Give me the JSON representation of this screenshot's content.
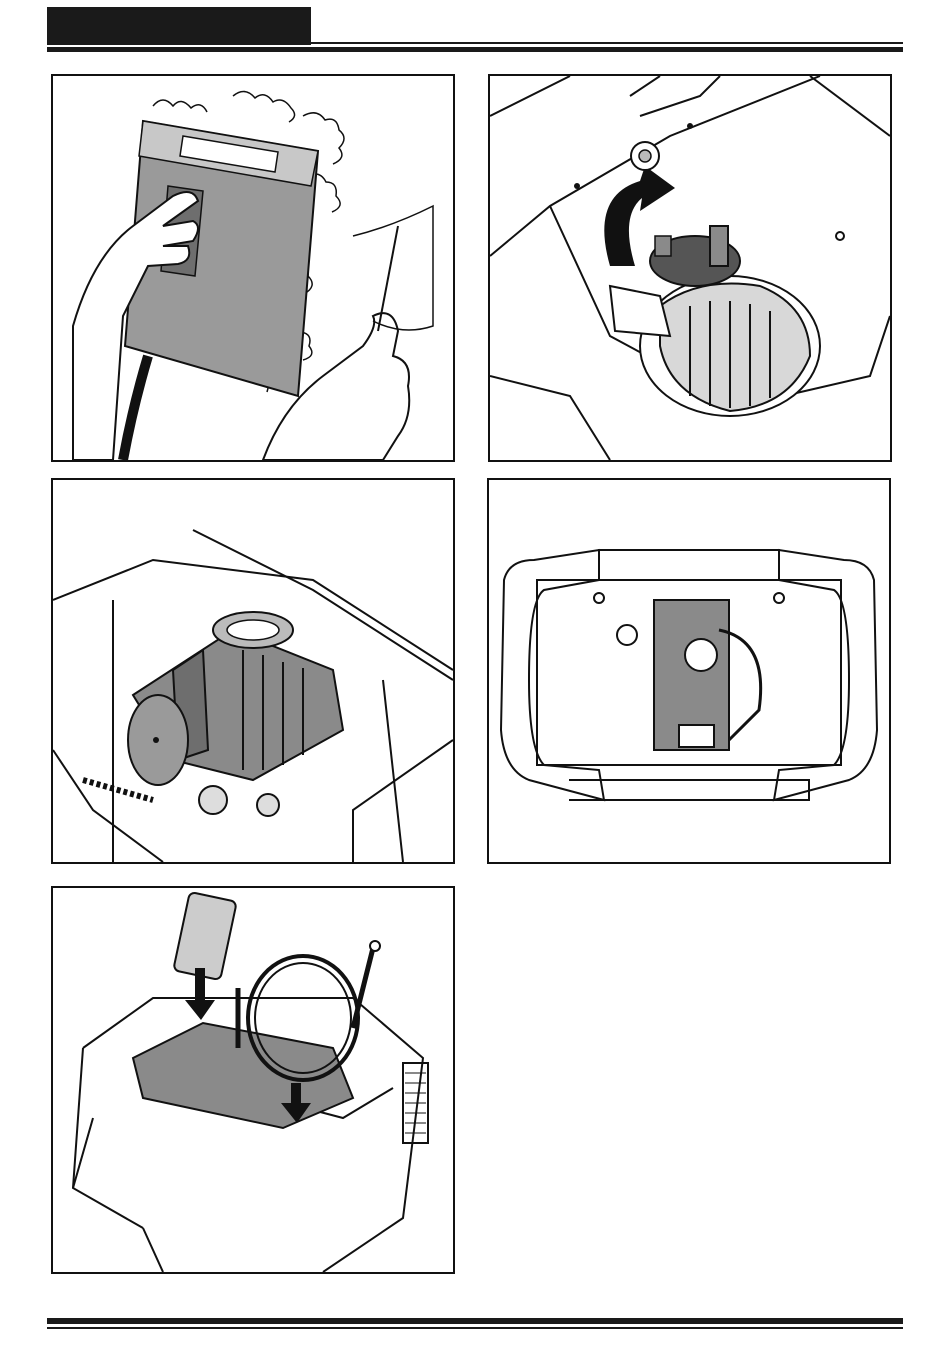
{
  "header": {
    "block_color": "#1a1a1a"
  },
  "figures": [
    {
      "id": "fig-1",
      "depicts": "hands-holding-cover-with-hose"
    },
    {
      "id": "fig-2",
      "depicts": "pump-rotate-arrow-top-view"
    },
    {
      "id": "fig-3",
      "depicts": "pump-motor-inside-housing"
    },
    {
      "id": "fig-4",
      "depicts": "machine-base-top-view"
    },
    {
      "id": "fig-5",
      "depicts": "insert-parts-into-housing"
    }
  ],
  "colors": {
    "line": "#111111",
    "shade": "#8a8a8a",
    "light_shade": "#c8c8c8"
  }
}
